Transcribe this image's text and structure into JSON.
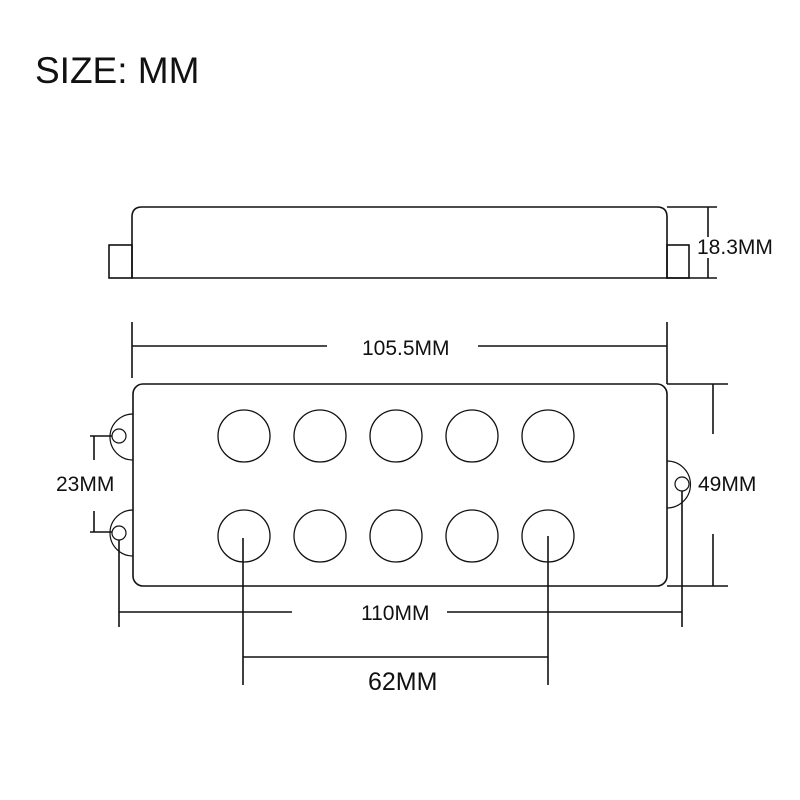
{
  "title": "SIZE: MM",
  "dimensions": {
    "height": "18.3MM",
    "cover_length": "105.5MM",
    "mounting_spacing_left": "23MM",
    "width": "49MM",
    "overall_length": "110MM",
    "pole_spacing": "62MM"
  },
  "colors": {
    "line": "#111111",
    "background": "#ffffff"
  },
  "pole_pieces": {
    "rows": 2,
    "per_row": 5
  }
}
